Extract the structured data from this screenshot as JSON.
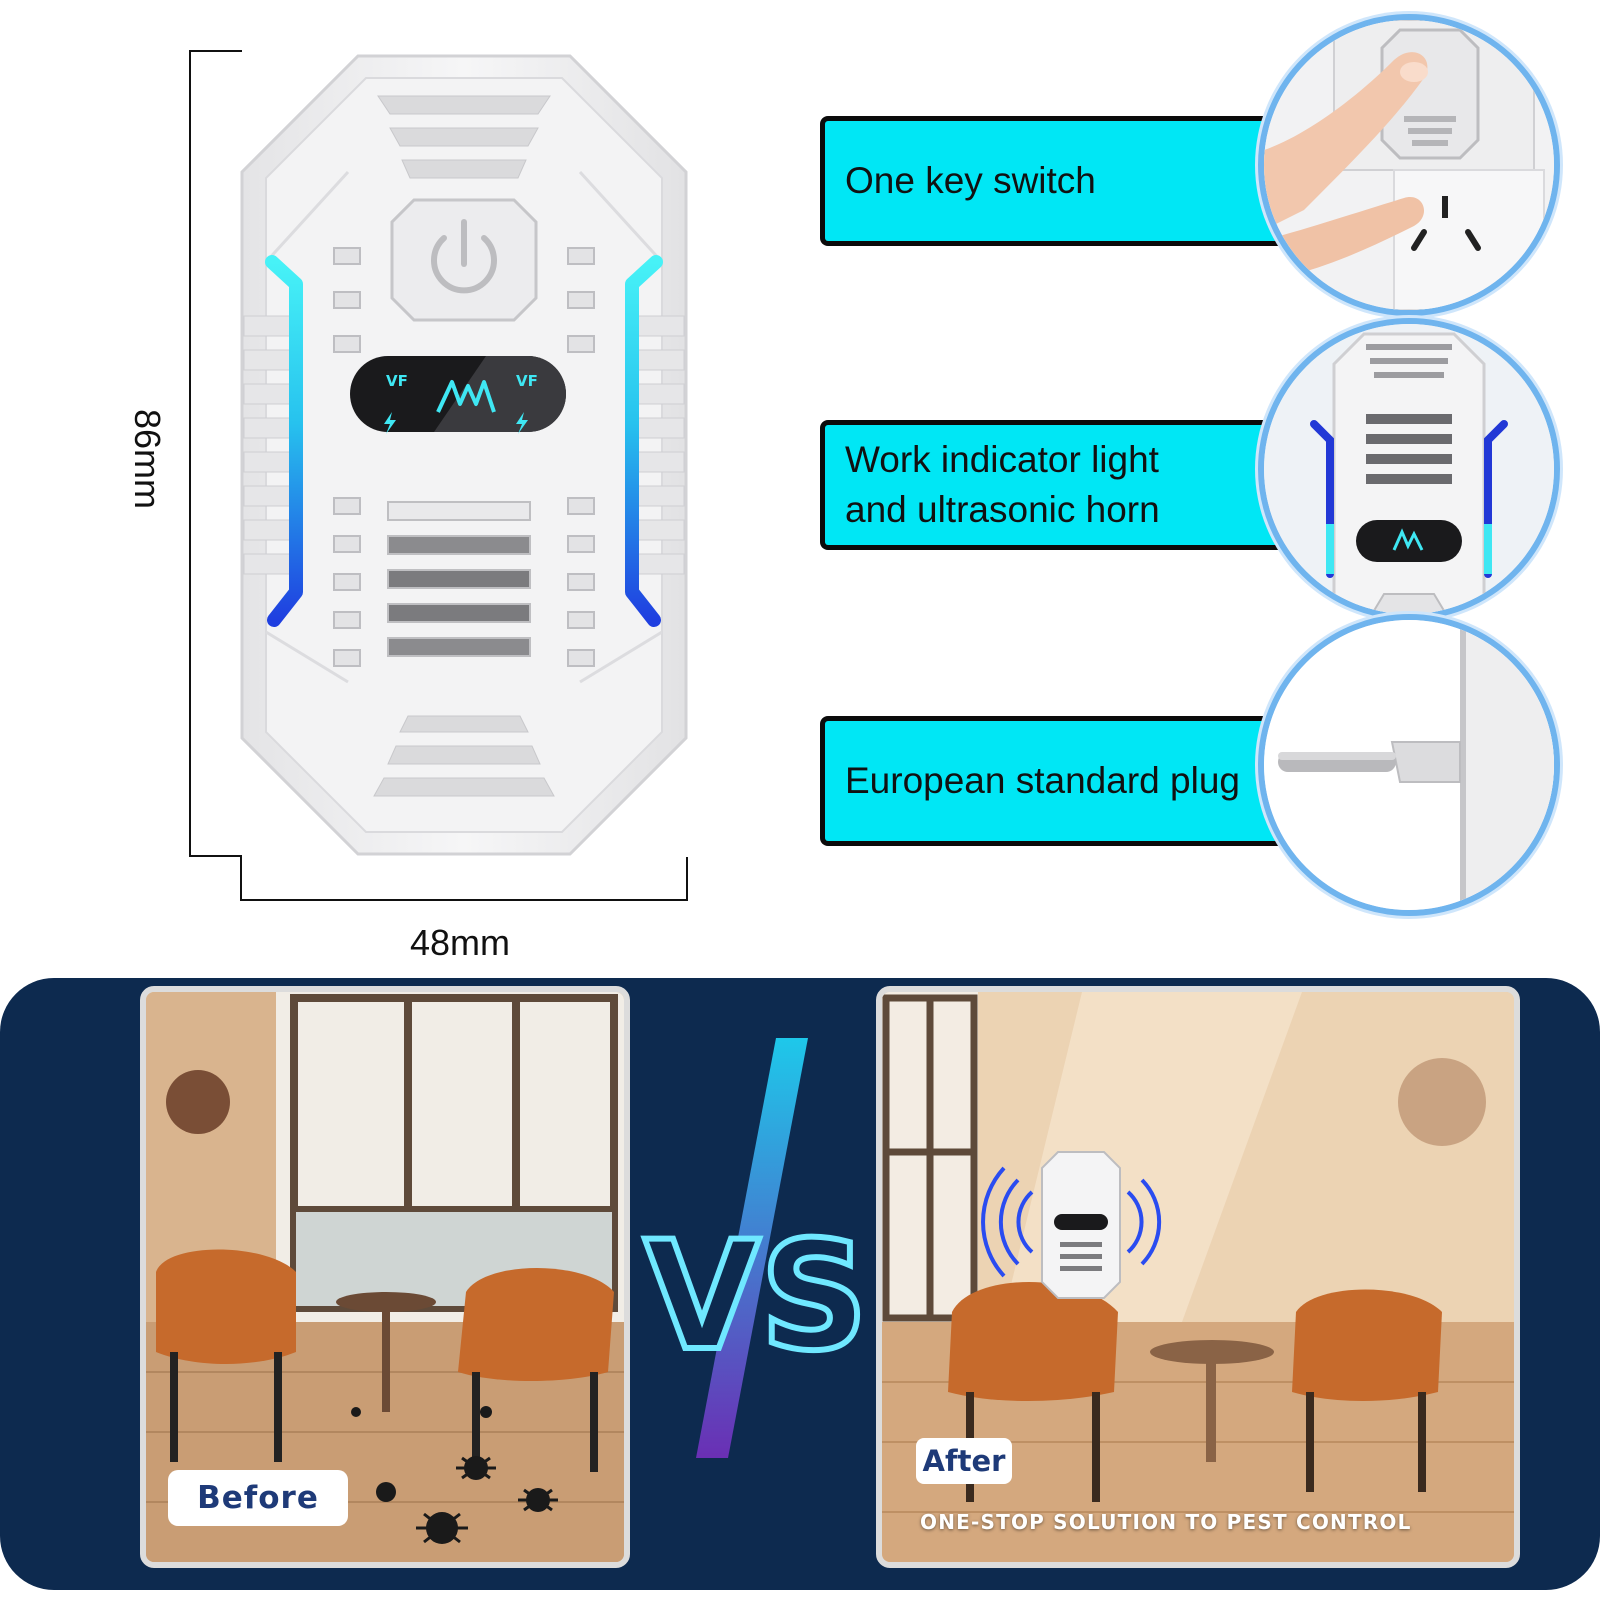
{
  "dimensions": {
    "height_label": "86mm",
    "width_label": "48mm"
  },
  "device": {
    "display_left_code": "VF",
    "display_right_code": "VF",
    "logo": "M",
    "icons": [
      "power-icon",
      "lightning-icon"
    ]
  },
  "features": [
    {
      "lines": [
        "One key switch"
      ]
    },
    {
      "lines": [
        "Work indicator light",
        "and ultrasonic horn"
      ]
    },
    {
      "lines": [
        "European standard plug"
      ]
    }
  ],
  "comparison": {
    "before_label": "Before",
    "vs_label": "VS",
    "after_label": "After",
    "tagline": "ONE-STOP SOLUTION TO PEST CONTROL"
  },
  "colors": {
    "label_fill": "#00e7f5",
    "panel_bg": "#0d2a4f",
    "led_cyan": "#37e6f5",
    "led_blue": "#1f3fe0",
    "circle_border": "#6fb4ee",
    "tag_text": "#1e3a78"
  }
}
